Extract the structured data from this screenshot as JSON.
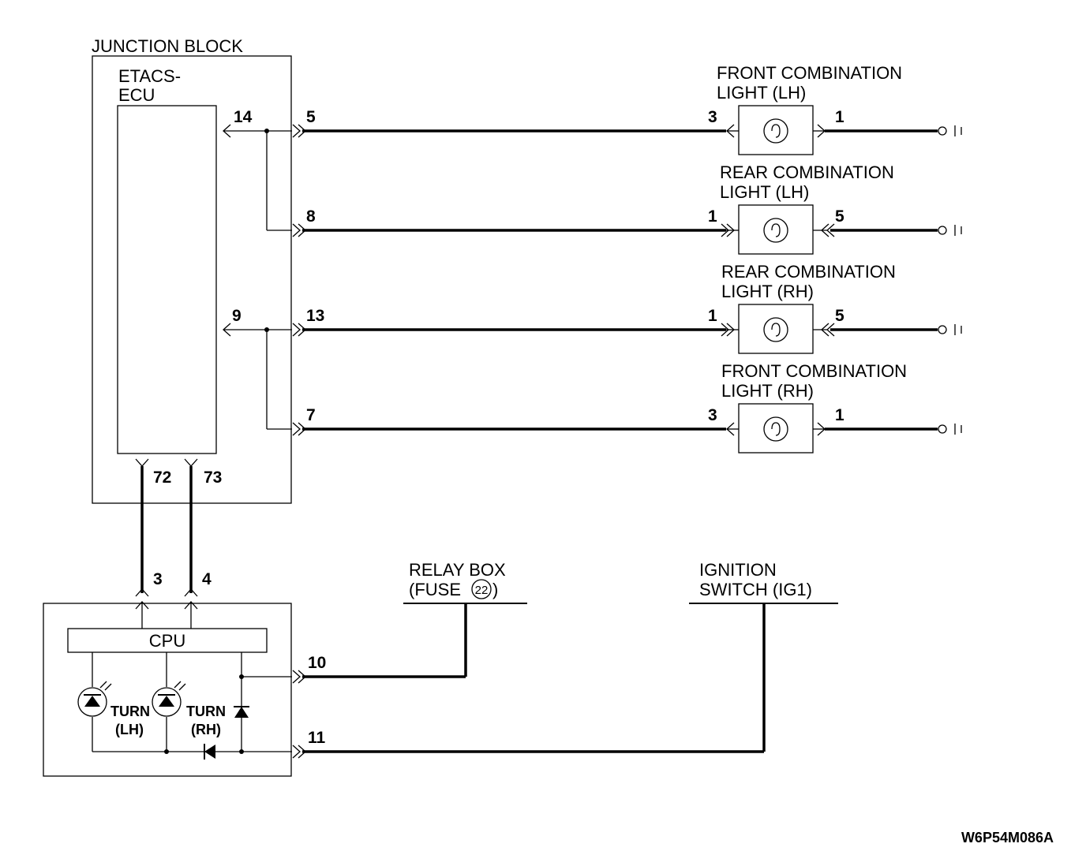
{
  "junction_block": {
    "title": "JUNCTION BLOCK",
    "ecu_line1": "ETACS-",
    "ecu_line2": "ECU"
  },
  "ecu_pins": {
    "p14": "14",
    "p9": "9",
    "p72": "72",
    "p73": "73"
  },
  "jb_pins": {
    "p5": "5",
    "p8": "8",
    "p13": "13",
    "p7": "7"
  },
  "lights": [
    {
      "line1": "FRONT COMBINATION",
      "line2": "LIGHT (LH)",
      "in_pin": "3",
      "out_pin": "1"
    },
    {
      "line1": "REAR COMBINATION",
      "line2": "LIGHT (LH)",
      "in_pin": "1",
      "out_pin": "5"
    },
    {
      "line1": "REAR COMBINATION",
      "line2": "LIGHT (RH)",
      "in_pin": "1",
      "out_pin": "5"
    },
    {
      "line1": "FRONT COMBINATION",
      "line2": "LIGHT (RH)",
      "in_pin": "3",
      "out_pin": "1"
    }
  ],
  "meter": {
    "cpu": "CPU",
    "pin3": "3",
    "pin4": "4",
    "pin10": "10",
    "pin11": "11",
    "turn_lh_1": "TURN",
    "turn_lh_2": "(LH)",
    "turn_rh_1": "TURN",
    "turn_rh_2": "(RH)"
  },
  "relay_box": {
    "line1": "RELAY BOX",
    "line2_prefix": "(FUSE",
    "fuse_no": "22",
    "line2_suffix": ")"
  },
  "ignition": {
    "line1": "IGNITION",
    "line2": "SWITCH (IG1)"
  },
  "figure_code": "W6P54M086A"
}
